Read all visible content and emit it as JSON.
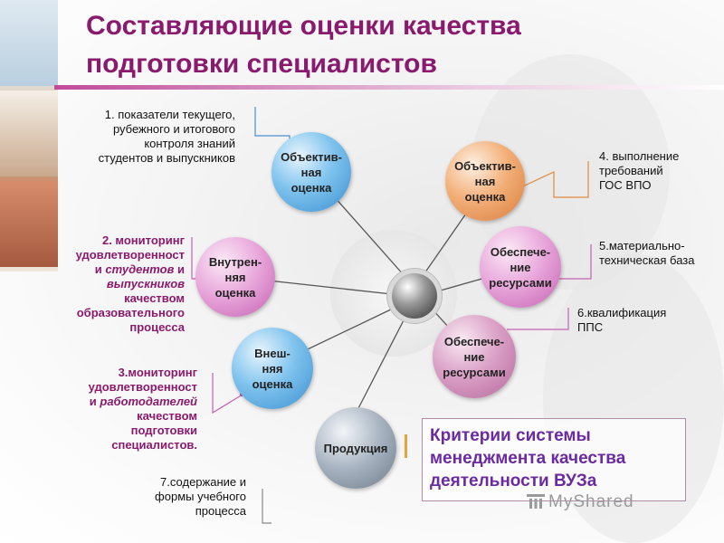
{
  "title": {
    "line1": "Составляющие оценки качества",
    "line2": "подготовки специалистов"
  },
  "nodes": {
    "objective_left": "Объектив-\nная\nоценка",
    "objective_right": "Объектив-\nная\nоценка",
    "internal": "Внутрен-\nняя\nоценка",
    "external": "Внеш-\nняя\nоценка",
    "resources_1": "Обеспече-\nние\nресурсами",
    "resources_2": "Обеспече-\nние\nресурсами",
    "production": "Продукция"
  },
  "labels": {
    "l1": "1. показатели текущего,\nрубежного и итогового\nконтроля знаний\nстудентов и выпускников",
    "l2_a": "2. мониторинг\nудовлетворенност\nи ",
    "l2_b": "студентов",
    "l2_c": " и\n",
    "l2_d": "выпускников",
    "l2_e": "\nкачеством\nобразовательного\nпроцесса",
    "l3_a": "3.мониторинг\nудовлетворенност\nи ",
    "l3_b": "работодателей",
    "l3_c": "\nкачеством\nподготовки\nспециалистов.",
    "l4": "4. выполнение\nтребований\nГОС ВПО",
    "l5": "5.материально-\nтехническая база",
    "l6": "6.квалификация\nППС",
    "l7": "7.содержание и\nформы учебного\nпроцесса"
  },
  "criteria": "Критерии системы\nменеджмента качества\nдеятельности ВУЗа",
  "watermark": "MyShared",
  "icons": [
    "hub-sphere-icon",
    "myshared-logo-icon"
  ],
  "colors": {
    "title": "#8a1a6d",
    "blue": "#3b8fd0",
    "pink": "#c561b1",
    "orange": "#d97d3c",
    "criteria_text": "#6b2aa0"
  }
}
